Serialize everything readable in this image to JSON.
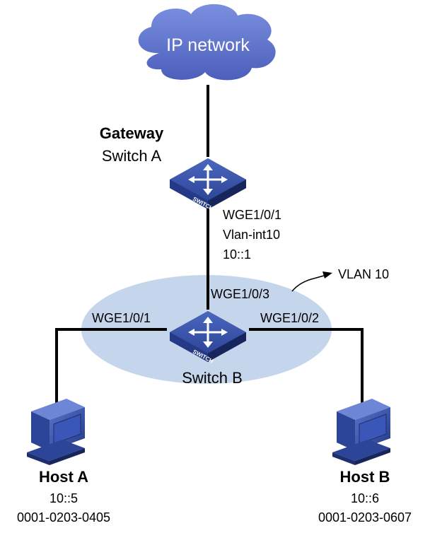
{
  "cloud": {
    "label": "IP network",
    "fill": "#5b6fc7",
    "text_color": "#ffffff"
  },
  "switch_a": {
    "role_label": "Gateway",
    "name_label": "Switch A",
    "badge": "SWITCH"
  },
  "switch_b": {
    "name_label": "Switch B",
    "badge": "SWITCH"
  },
  "uplink": {
    "port_label": "WGE1/0/1",
    "interface_label": "Vlan-int10",
    "ip_label": "10::1",
    "b_port_label": "WGE1/0/3"
  },
  "vlan": {
    "label": "VLAN 10",
    "fill": "#c5d6ec"
  },
  "left_link": {
    "port_label": "WGE1/0/1"
  },
  "right_link": {
    "port_label": "WGE1/0/2"
  },
  "host_a": {
    "name": "Host A",
    "ip": "10::5",
    "mac": "0001-0203-0405"
  },
  "host_b": {
    "name": "Host B",
    "ip": "10::6",
    "mac": "0001-0203-0607"
  },
  "colors": {
    "device": "#2f4a9e",
    "device_dark": "#1d2f70",
    "line": "#000000"
  }
}
